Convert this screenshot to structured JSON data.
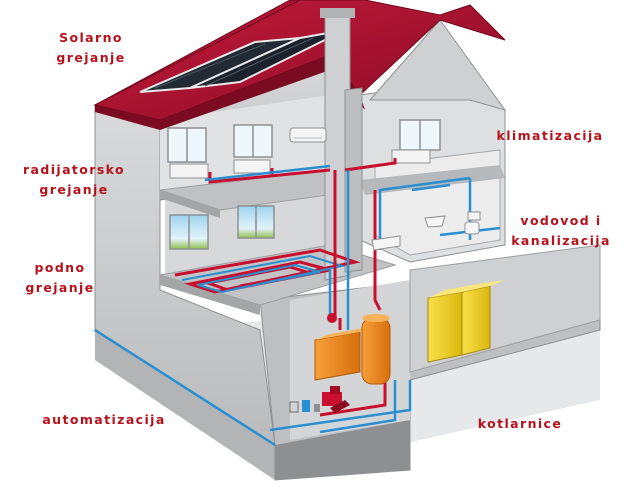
{
  "labels": {
    "solar": [
      "Solarno",
      "grejanje"
    ],
    "radiator": [
      "radijatorsko",
      "grejanje"
    ],
    "floor": [
      "podno",
      "grejanje"
    ],
    "automation": "automatizacija",
    "ac": "klimatizacija",
    "plumbing": [
      "vodovod i",
      "kanalizacija"
    ],
    "boiler": "kotlarnice"
  },
  "colors": {
    "label_text": "#b5121b",
    "roof": "#a30f2e",
    "heating_pipe": "#c8102e",
    "water_pipe": "#2a8fd0",
    "boiler_orange": "#f08a1e",
    "tank_yellow": "#f2d21a",
    "wall": "#c9cbcd",
    "wall_dark": "#a9abad"
  }
}
